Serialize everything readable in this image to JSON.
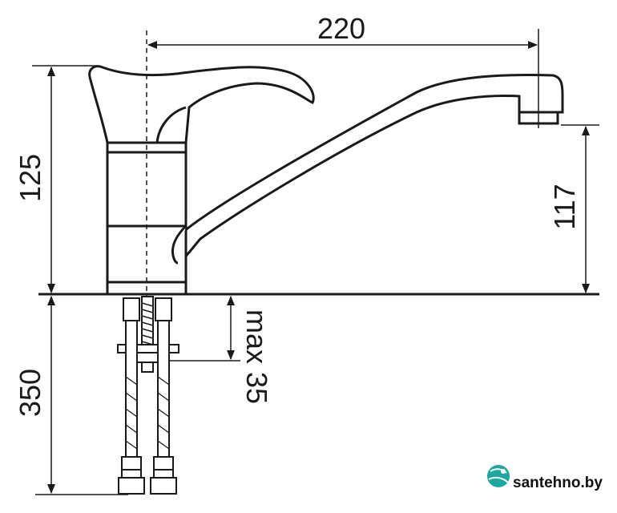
{
  "dimensions": {
    "spout_reach": "220",
    "body_height": "125",
    "spout_height": "117",
    "hose_length": "350",
    "max_thickness": "max 35"
  },
  "logo": {
    "brand": "santehno.by",
    "icon": "globe-icon",
    "icon_color": "#1aa8a0"
  },
  "colors": {
    "line": "#1a1a1a"
  }
}
